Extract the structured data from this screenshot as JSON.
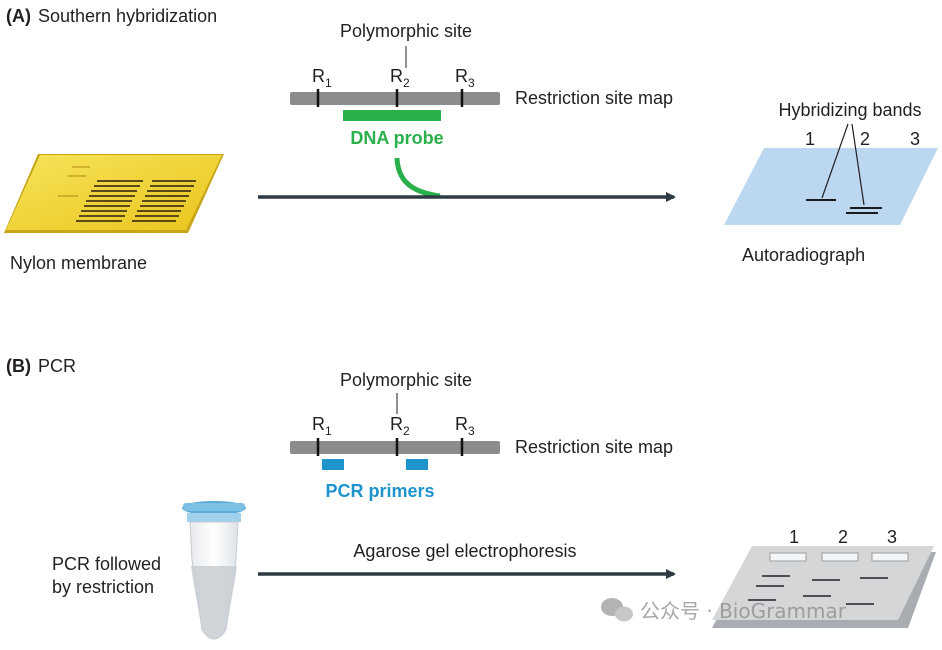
{
  "panel_a": {
    "letter": "(A)",
    "title": "Southern hybridization",
    "polymorphic_site": "Polymorphic site",
    "sites": [
      {
        "letter": "R",
        "sub": "1"
      },
      {
        "letter": "R",
        "sub": "2"
      },
      {
        "letter": "R",
        "sub": "3"
      }
    ],
    "map_label": "Restriction site map",
    "probe_label": "DNA probe",
    "membrane_label": "Nylon membrane",
    "bands_label": "Hybridizing bands",
    "lanes": [
      "1",
      "2",
      "3"
    ],
    "autorad_label": "Autoradiograph"
  },
  "panel_b": {
    "letter": "(B)",
    "title": "PCR",
    "polymorphic_site": "Polymorphic site",
    "sites": [
      {
        "letter": "R",
        "sub": "1"
      },
      {
        "letter": "R",
        "sub": "2"
      },
      {
        "letter": "R",
        "sub": "3"
      }
    ],
    "map_label": "Restriction site map",
    "primers_label": "PCR primers",
    "tube_label_line1": "PCR followed",
    "tube_label_line2": "by restriction",
    "arrow_label": "Agarose gel electrophoresis",
    "lanes": [
      "1",
      "2",
      "3"
    ]
  },
  "watermark": "公众号 · BioGrammar",
  "colors": {
    "probe": "#2ab04a",
    "primer": "#1f93cc",
    "map_bar": "#8c8c8c",
    "arrow": "#2e3a44",
    "membrane": "#f2d230",
    "autorad": "#bcd7f0",
    "gel": "#d4d6d8"
  }
}
